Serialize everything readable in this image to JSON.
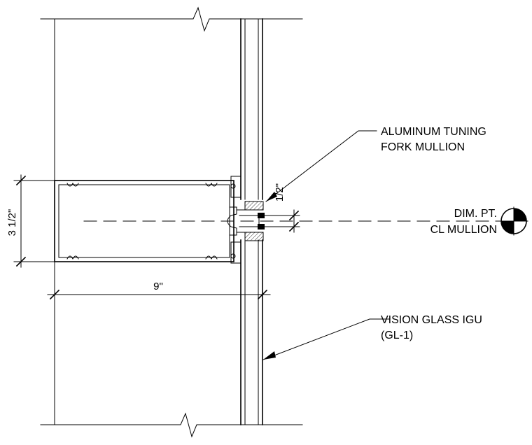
{
  "callouts": {
    "mullion": {
      "line1": "ALUMINUM TUNING",
      "line2": "FORK MULLION"
    },
    "glass": {
      "line1": "VISION GLASS IGU",
      "line2": "(GL-1)"
    },
    "dim_point": {
      "line1": "DIM. PT.",
      "line2": "CL MULLION"
    }
  },
  "dimensions": {
    "mullion_depth": "3 1/2\"",
    "overall_width": "9\"",
    "offset": "1/2\""
  }
}
